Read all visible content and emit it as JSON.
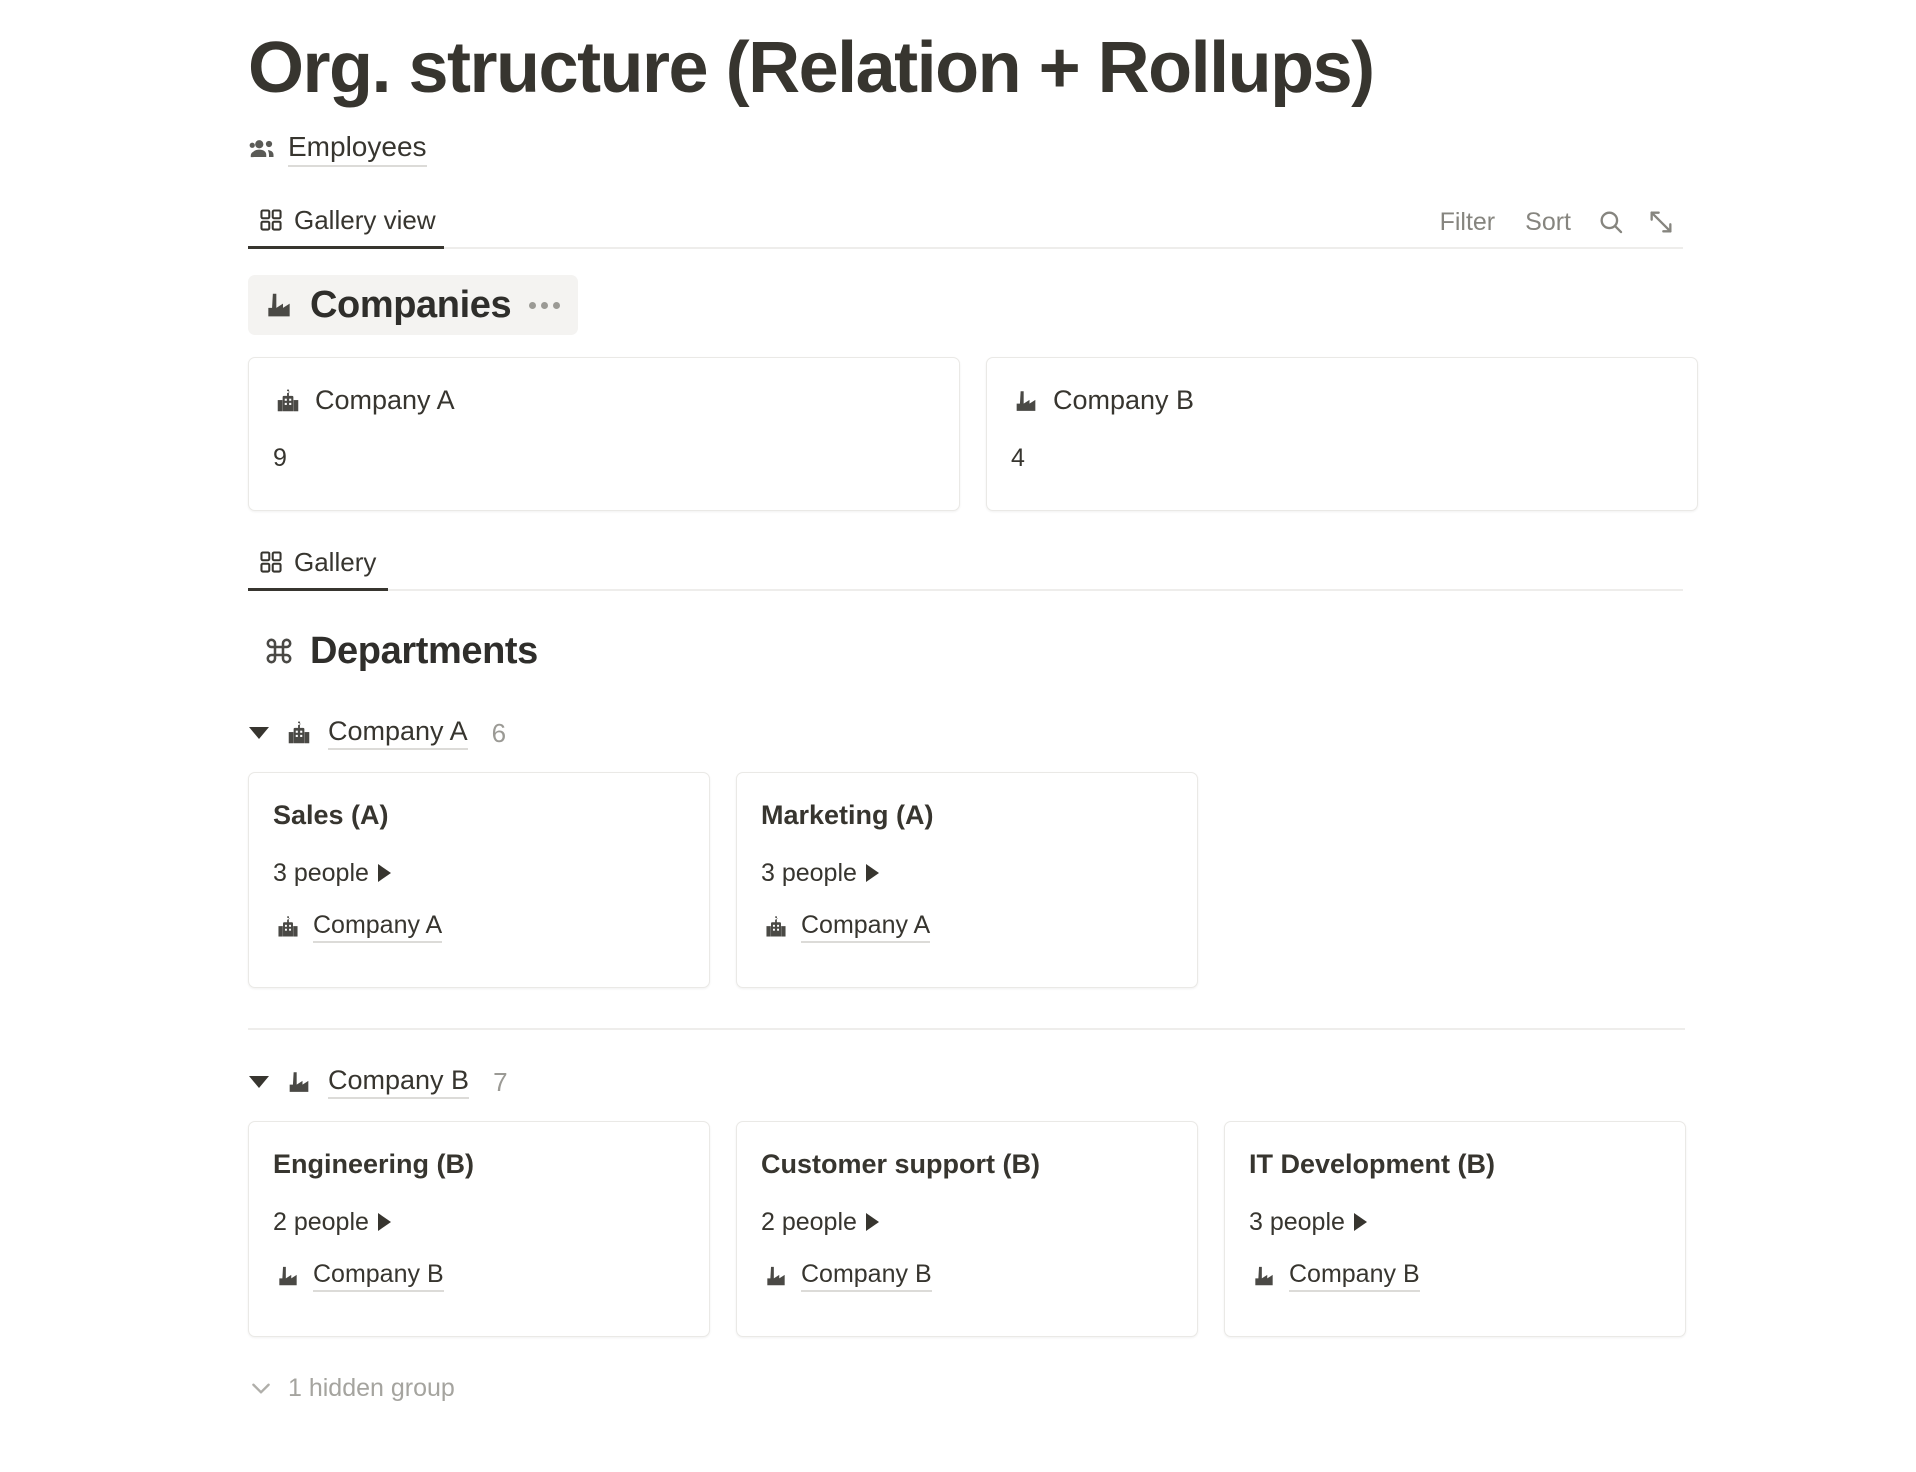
{
  "page": {
    "title": "Org. structure (Relation + Rollups)"
  },
  "source": {
    "icon": "people-group-icon",
    "label": "Employees"
  },
  "toolbar": {
    "tabs": [
      {
        "icon": "gallery-grid-icon",
        "label": "Gallery view",
        "active": true
      }
    ],
    "filter_label": "Filter",
    "sort_label": "Sort",
    "search_icon": "search-icon",
    "expand_icon": "expand-diagonal-icon"
  },
  "companies_section": {
    "icon": "factory-icon",
    "title": "Companies",
    "menu_icon": "ellipsis-icon",
    "cards": [
      {
        "icon": "office-building-flag-icon",
        "title": "Company A",
        "count": "9"
      },
      {
        "icon": "factory-icon",
        "title": "Company B",
        "count": "4"
      }
    ]
  },
  "gallery_tabbar": {
    "tabs": [
      {
        "icon": "gallery-grid-icon",
        "label": "Gallery",
        "active": true
      }
    ]
  },
  "departments_section": {
    "icon": "command-place-icon",
    "title": "Departments",
    "groups": [
      {
        "icon": "office-building-flag-icon",
        "name": "Company A",
        "count": "6",
        "cards": [
          {
            "title": "Sales (A)",
            "rollup": "3 people",
            "relation_icon": "office-building-flag-icon",
            "relation": "Company A"
          },
          {
            "title": "Marketing (A)",
            "rollup": "3 people",
            "relation_icon": "office-building-flag-icon",
            "relation": "Company A"
          }
        ]
      },
      {
        "icon": "factory-icon",
        "name": "Company B",
        "count": "7",
        "cards": [
          {
            "title": "Engineering (B)",
            "rollup": "2 people",
            "relation_icon": "factory-icon",
            "relation": "Company B"
          },
          {
            "title": "Customer support (B)",
            "rollup": "2 people",
            "relation_icon": "factory-icon",
            "relation": "Company B"
          },
          {
            "title": "IT Development (B)",
            "rollup": "3 people",
            "relation_icon": "factory-icon",
            "relation": "Company B"
          }
        ]
      }
    ],
    "hidden_group_label": "1 hidden group",
    "hidden_group_icon": "chevron-down-icon"
  },
  "colors": {
    "text": "#37352f",
    "muted": "#86857f",
    "border": "#eae9e6",
    "chip_bg": "#f4f3f1",
    "active_underline": "#37352f"
  }
}
